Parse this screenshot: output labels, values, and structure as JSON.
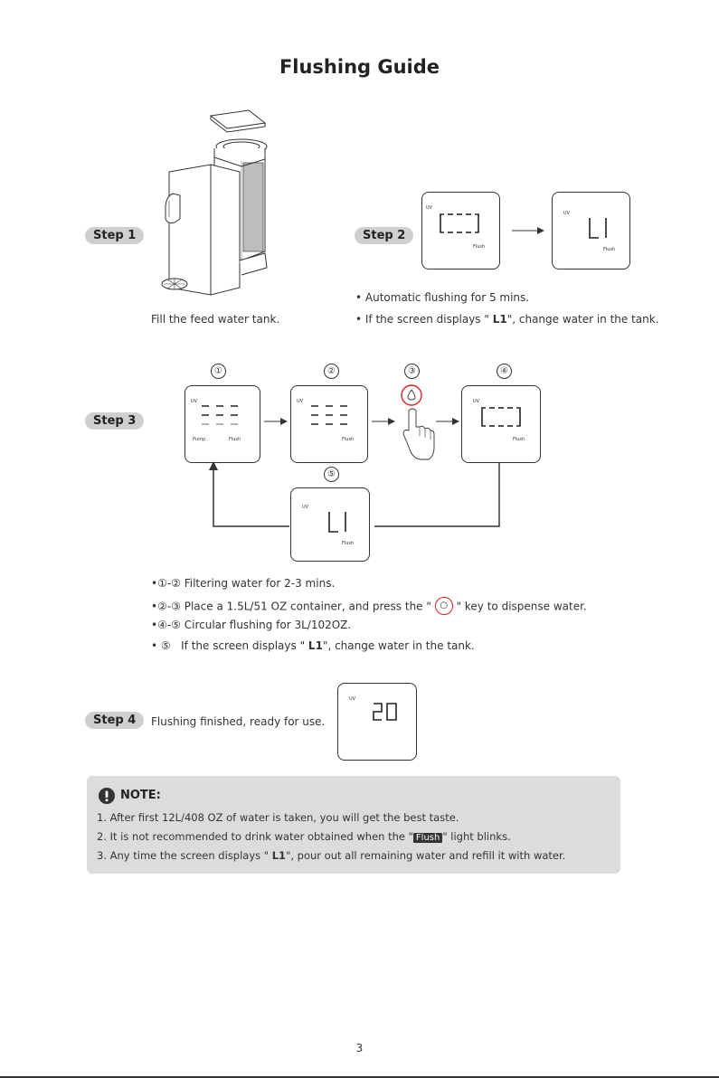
{
  "title": "Flushing Guide",
  "step1": {
    "label": "Step 1",
    "caption": "Fill the feed water tank."
  },
  "step2": {
    "label": "Step 2",
    "panel1": {
      "uv": "UV",
      "flush": "Flush"
    },
    "panel2": {
      "uv": "UV",
      "flush": "Flush"
    },
    "bullet1": "• Automatic flushing for 5 mins.",
    "bullet2_pre": "• If the screen displays \" ",
    "bullet2_bold": "L1",
    "bullet2_post": "\", change water in the tank."
  },
  "step3": {
    "label": "Step 3",
    "num1": "①",
    "num2": "②",
    "num3": "③",
    "num4": "④",
    "num5": "⑤",
    "panel1": {
      "uv": "UV",
      "pump": "Pump",
      "flush": "Flush"
    },
    "panel2": {
      "uv": "UV",
      "flush": "Flush"
    },
    "panel4": {
      "uv": "UV",
      "flush": "Flush"
    },
    "panel5": {
      "uv": "UV",
      "flush": "Flush"
    },
    "bullet1": "•①-② Filtering water for 2-3 mins.",
    "bullet2_pre": "•②-③ Place a 1.5L/51 OZ container, and press the \"",
    "bullet2_post": "\" key to dispense water.",
    "bullet3": "•④-⑤ Circular flushing for 3L/102OZ.",
    "bullet4_lead": "•  ⑤",
    "bullet4_pre": "If the screen displays \" ",
    "bullet4_bold": "L1",
    "bullet4_post": "\", change water in the tank."
  },
  "step4": {
    "label": "Step 4",
    "caption": "Flushing finished, ready for use.",
    "panel": {
      "uv": "UV"
    }
  },
  "note": {
    "heading": "NOTE:",
    "line1": "1. After first 12L/408 OZ of water is taken, you will get the best taste.",
    "line2_pre": "2. It is not recommended to drink water obtained when the \"",
    "line2_chip": "Flush",
    "line2_post": "\" light blinks.",
    "line3_pre": "3. Any time the screen displays \" ",
    "line3_bold": "L1",
    "line3_post": "\", pour out all remaining water and refill it with water."
  },
  "page_number": "3"
}
